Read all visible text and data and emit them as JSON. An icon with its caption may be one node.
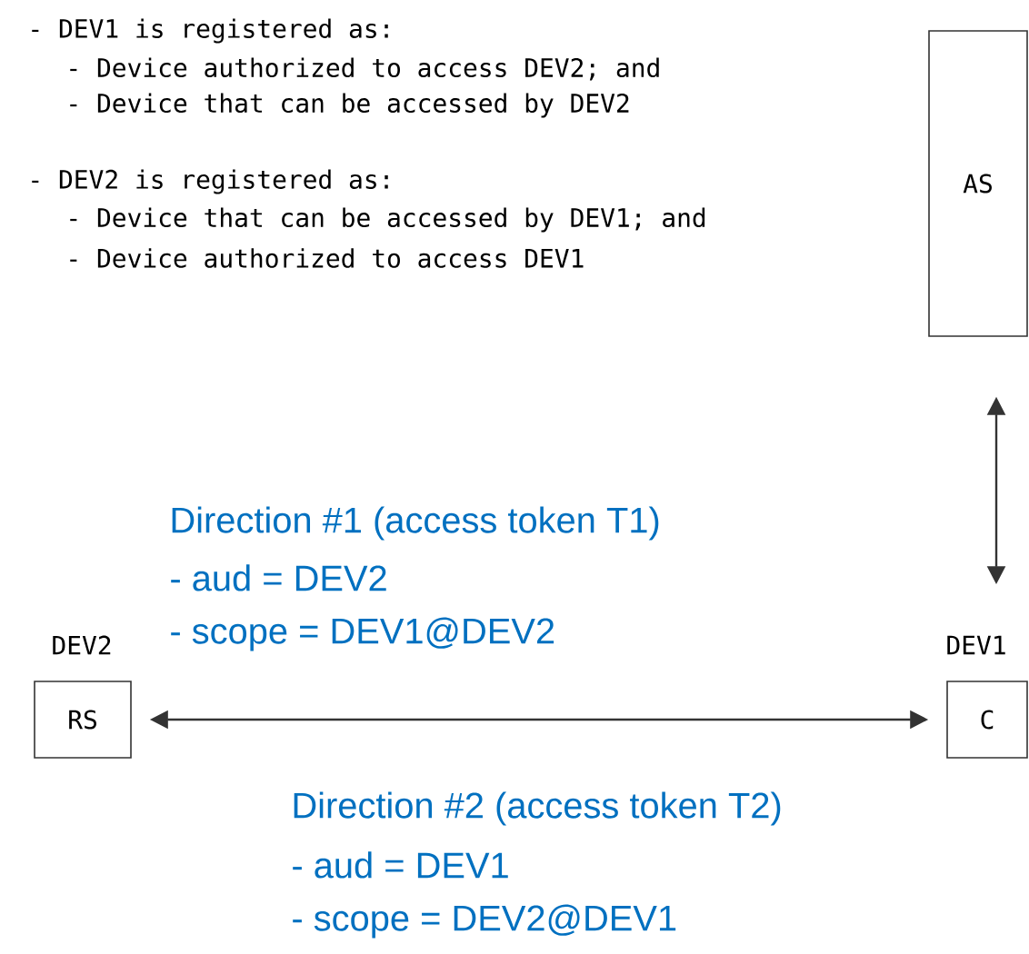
{
  "diagram": {
    "nodes": [
      {
        "text": [
          "AS"
        ]
      },
      {
        "text": [
          "RS"
        ],
        "beside": [
          "DEV2"
        ]
      },
      {
        "text": [
          "C"
        ],
        "beside": [
          "DEV1"
        ]
      }
    ],
    "edges": [
      {
        "from": 0,
        "to": 2,
        "arrow": "both"
      },
      {
        "from": 1,
        "to": 2,
        "arrow": "both"
      }
    ],
    "labels": [
      "- DEV1 is registered as:",
      "- Device authorized to access DEV2; and",
      "- Device that can be accessed by DEV2",
      "- DEV2 is registered as:",
      "- Device that can be accessed by DEV1; and",
      "- Device authorized to access DEV1",
      "Direction #1 (access token T1)",
      "- aud = DEV2",
      "- scope = DEV1@DEV2",
      "Direction #2 (access token T2)",
      "- aud = DEV1",
      "- scope = DEV2@DEV1"
    ]
  }
}
